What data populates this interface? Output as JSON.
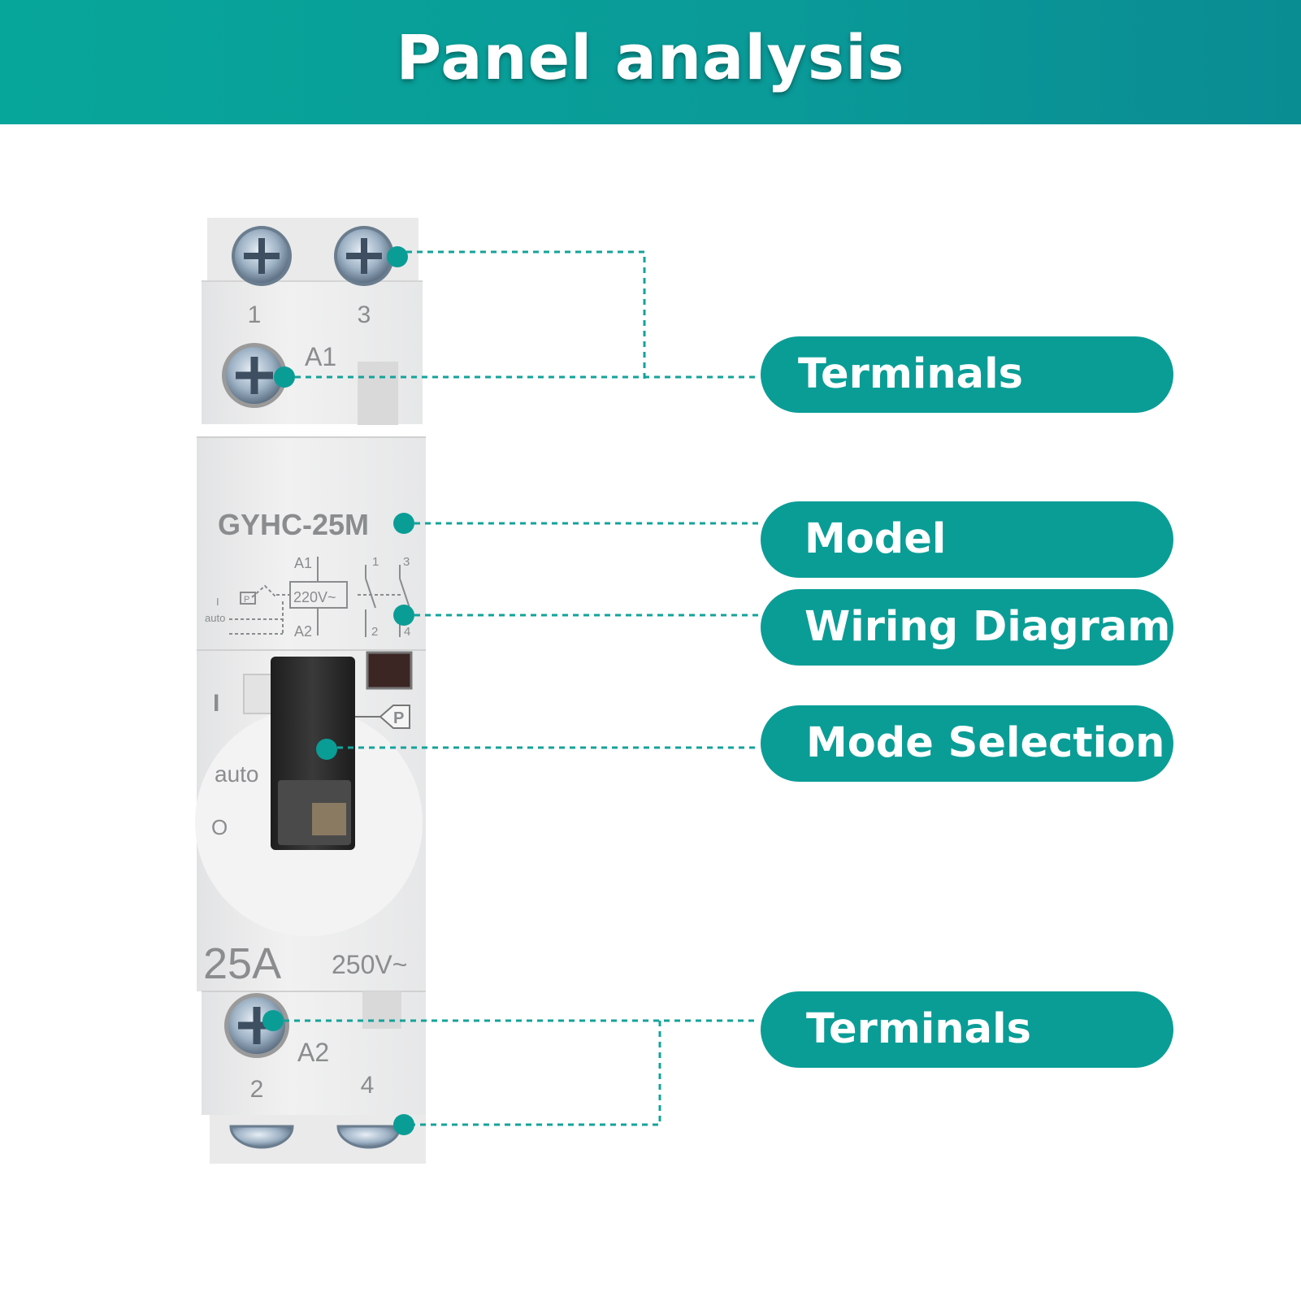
{
  "banner": {
    "title": "Panel analysis"
  },
  "callouts": [
    {
      "label": "Terminals"
    },
    {
      "label": "Model"
    },
    {
      "label": "Wiring Diagram"
    },
    {
      "label": "Mode Selection"
    },
    {
      "label": "Terminals"
    }
  ],
  "device": {
    "top_terminal_1": "1",
    "top_terminal_3": "3",
    "coil_a1": "A1",
    "model": "GYHC-25M",
    "diagram_a1": "A1",
    "diagram_a2": "A2",
    "diagram_voltage": "220V~",
    "diagram_contact_1": "1",
    "diagram_contact_3": "3",
    "diagram_contact_2": "2",
    "diagram_contact_4": "4",
    "diagram_manual": "I",
    "diagram_p": "P",
    "diagram_auto": "auto",
    "mode_manual": "I",
    "mode_auto": "auto",
    "mode_off": "O",
    "mode_p": "P",
    "current": "25A",
    "voltage": "250V~",
    "coil_a2": "A2",
    "bottom_terminal_2": "2",
    "bottom_terminal_4": "4"
  },
  "colors": {
    "accent": "#0a9d96",
    "banner": "#07a69a",
    "device_body": "#ececec",
    "lever": "#2a2a2a"
  }
}
